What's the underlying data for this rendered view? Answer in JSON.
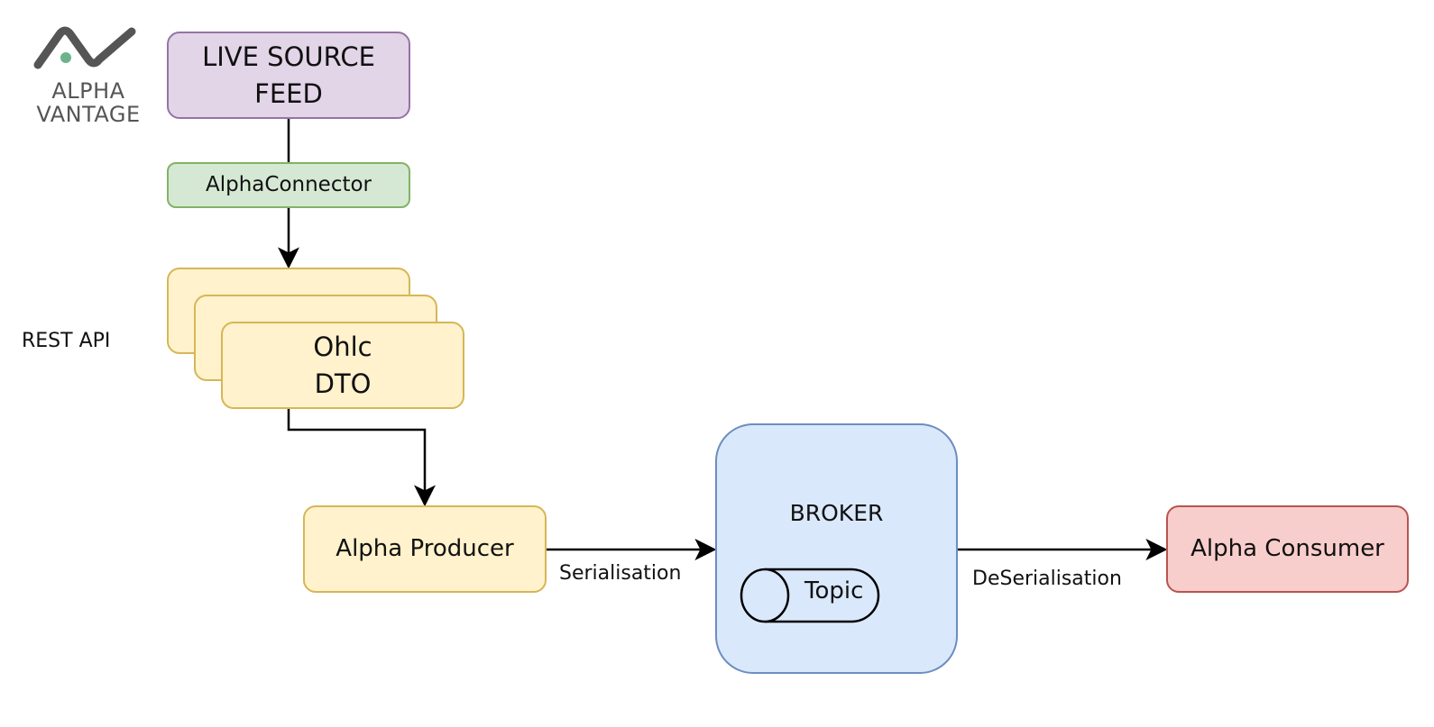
{
  "logo": {
    "line1": "ALPHA",
    "line2": "VANTAGE",
    "color": "#555555",
    "dot_color": "#6db38a"
  },
  "nodes": {
    "live_feed": {
      "line1": "LIVE SOURCE",
      "line2": "FEED",
      "fill": "#e1d5e7",
      "stroke": "#9673a6"
    },
    "connector": {
      "label": "AlphaConnector",
      "fill": "#d5e8d4",
      "stroke": "#82b366"
    },
    "dto": {
      "line1": "Ohlc",
      "line2": "DTO",
      "fill": "#fff2cc",
      "stroke": "#d6b656"
    },
    "producer": {
      "label": "Alpha Producer",
      "fill": "#fff2cc",
      "stroke": "#d6b656"
    },
    "broker": {
      "label": "BROKER",
      "fill": "#dae8fc",
      "stroke": "#6c8ebf"
    },
    "topic": {
      "label": "Topic"
    },
    "consumer": {
      "label": "Alpha Consumer",
      "fill": "#f8cecc",
      "stroke": "#b85450"
    }
  },
  "labels": {
    "rest_api": "REST API",
    "serialisation": "Serialisation",
    "deserialisation": "DeSerialisation"
  },
  "edges": [
    {
      "from": "live_feed",
      "to": "connector",
      "arrow": false
    },
    {
      "from": "connector",
      "to": "dto",
      "arrow": true
    },
    {
      "from": "dto",
      "to": "producer",
      "arrow": true
    },
    {
      "from": "producer",
      "to": "broker",
      "arrow": true,
      "label": "Serialisation"
    },
    {
      "from": "broker",
      "to": "consumer",
      "arrow": true,
      "label": "DeSerialisation"
    }
  ]
}
